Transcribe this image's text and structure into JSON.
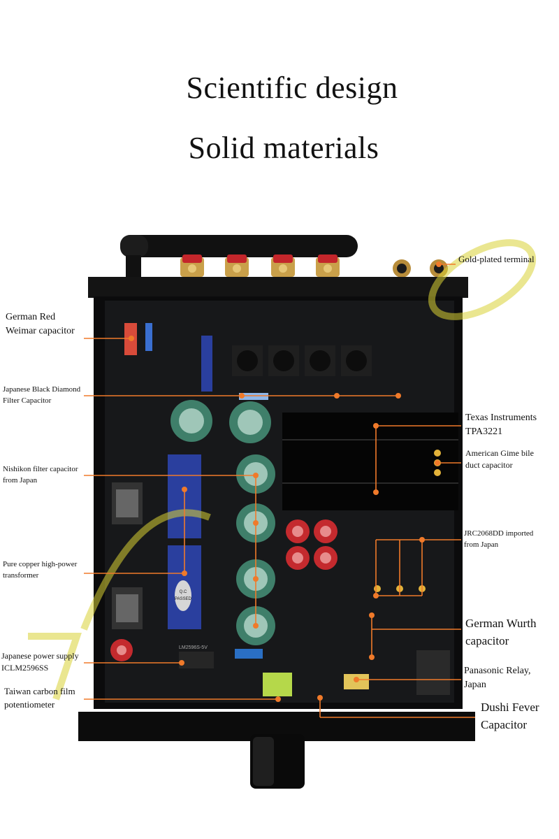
{
  "headline": {
    "line1": "Scientific design",
    "line2": "Solid materials"
  },
  "board_text": {
    "qc_line1": "Q.C",
    "qc_line2": "PASSED",
    "regulator": "LM2596S-5V"
  },
  "labels": {
    "gold_terminal": "Gold-plated terminal",
    "red_weimar_1": "German Red",
    "red_weimar_2": "Weimar capacitor",
    "black_diamond_1": "Japanese Black Diamond",
    "black_diamond_2": "Filter Capacitor",
    "ti_1": "Texas Instruments",
    "ti_2": "TPA3221",
    "gime_1": "American Gime bile",
    "gime_2": "duct capacitor",
    "nishikon_1": "Nishikon filter capacitor",
    "nishikon_2": "from Japan",
    "jrc_1": "JRC2068DD imported",
    "jrc_2": "from Japan",
    "transformer_1": "Pure copper high-power",
    "transformer_2": "transformer",
    "wurth_1": "German Wurth",
    "wurth_2": "capacitor",
    "power_supply_1": "Japanese power supply",
    "power_supply_2": "ICLM2596SS",
    "relay_1": "Panasonic Relay,",
    "relay_2": "Japan",
    "carbon_film_1": "Taiwan carbon film",
    "carbon_film_2": "potentiometer",
    "dushi_1": "Dushi Fever",
    "dushi_2": "Capacitor"
  },
  "colors": {
    "callout": "#f07a2a",
    "chassis": "#0b0b0c",
    "pcb": "#161718",
    "green_cap": "#3f7f6a",
    "blue_cap": "#2a3f9e",
    "red_cap": "#c42a2e",
    "gold": "#c9a04a"
  }
}
